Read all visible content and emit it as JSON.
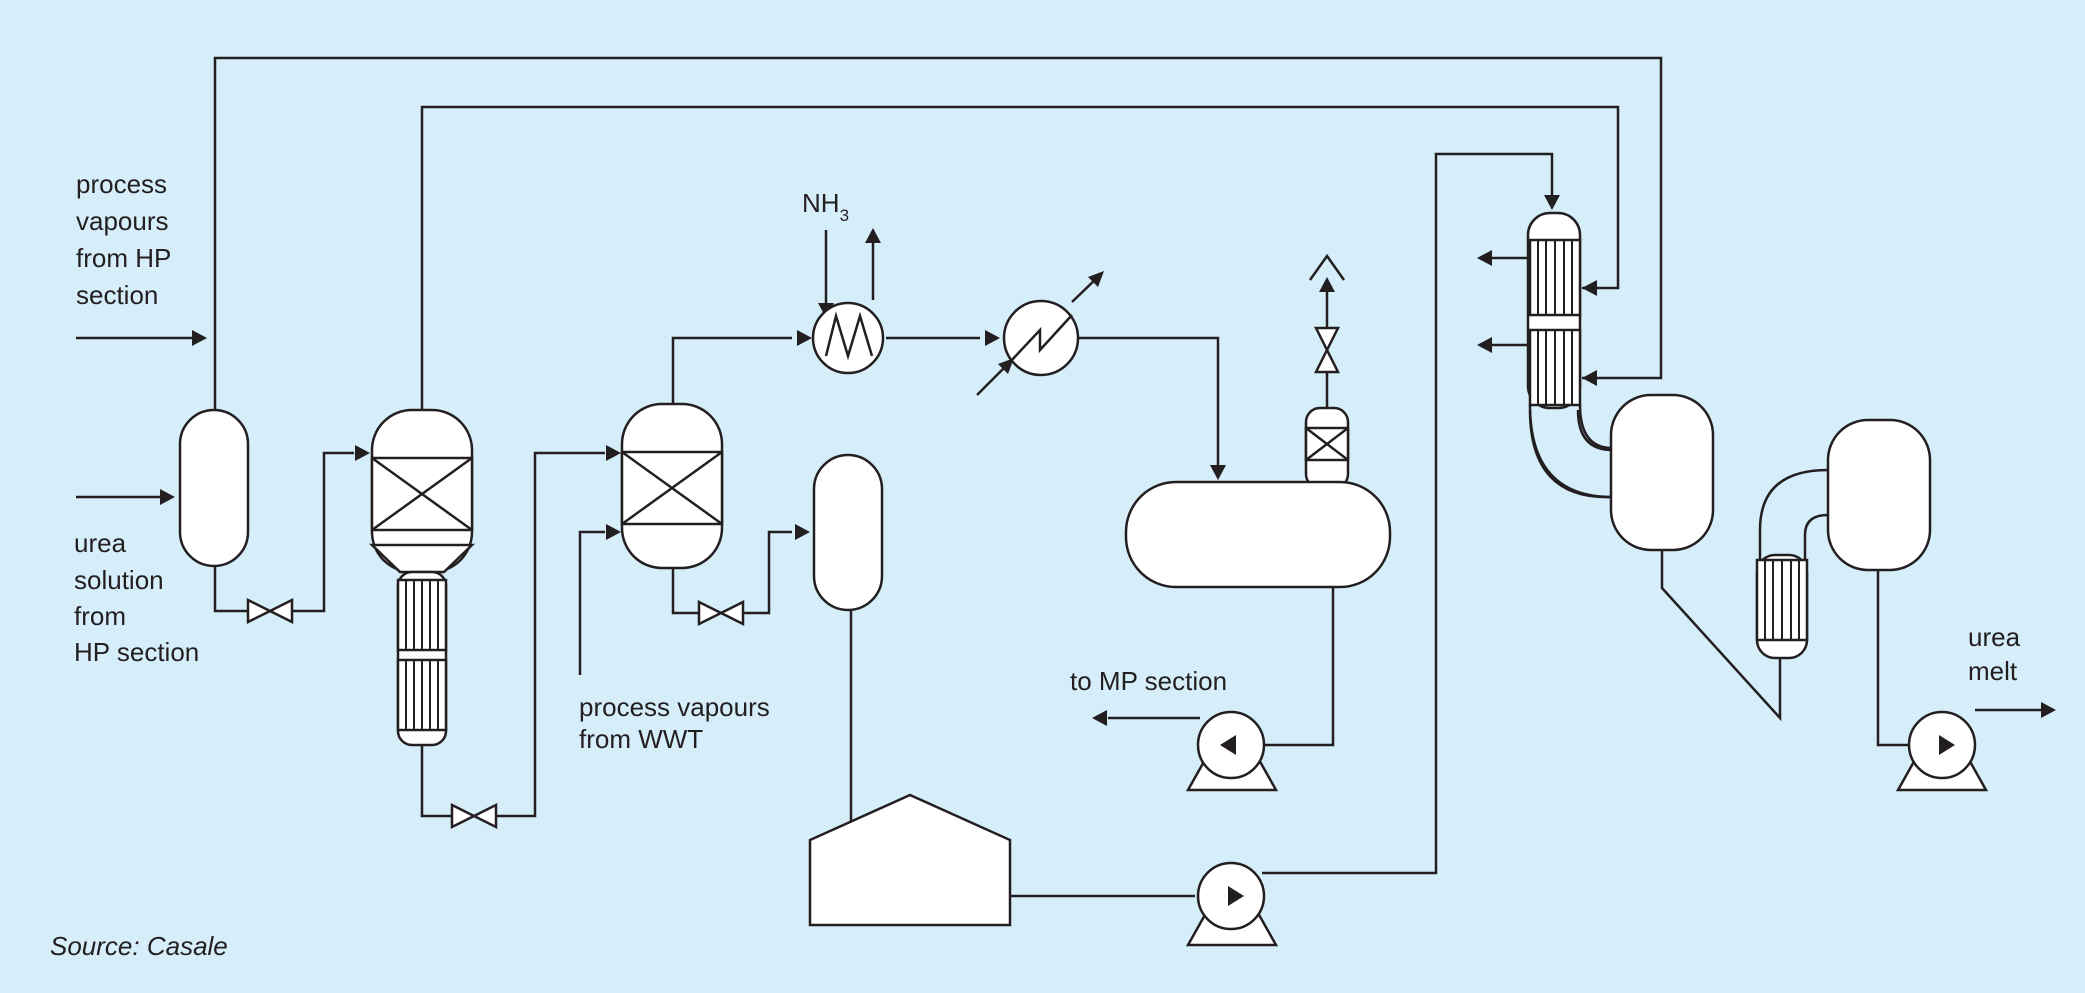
{
  "labels": {
    "hp_vapours": [
      "process",
      "vapours",
      "from HP",
      "section"
    ],
    "urea_solution": [
      "urea",
      "solution",
      "from",
      "HP section"
    ],
    "nh3": "NH",
    "nh3_sub": "3",
    "wwt_vapours": [
      "process vapours",
      "from WWT"
    ],
    "to_mp": "to MP section",
    "urea_melt": [
      "urea",
      "melt"
    ],
    "source": "Source: Casale"
  }
}
